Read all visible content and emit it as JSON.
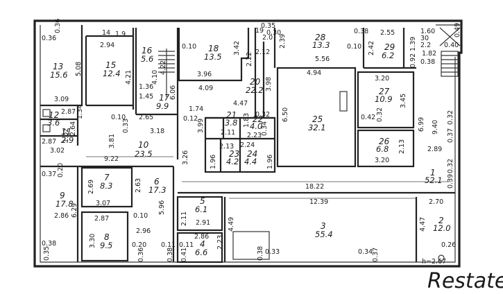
{
  "rooms": [
    {
      "num": "1",
      "area": "52.1"
    },
    {
      "num": "2",
      "area": "12.0"
    },
    {
      "num": "3",
      "area": "55.4"
    },
    {
      "num": "4",
      "area": "6.6"
    },
    {
      "num": "5",
      "area": "6.1"
    },
    {
      "num": "6",
      "area": "17.3"
    },
    {
      "num": "7",
      "area": "8.3"
    },
    {
      "num": "8",
      "area": "9.5"
    },
    {
      "num": "9",
      "area": "17.8"
    },
    {
      "num": "10",
      "area": "23.5"
    },
    {
      "num": "11",
      "area": "2.9"
    },
    {
      "num": "12",
      "area": "3.6"
    },
    {
      "num": "13",
      "area": "15.6"
    },
    {
      "num": "14",
      "area": "1.9"
    },
    {
      "num": "15",
      "area": "12.4"
    },
    {
      "num": "16",
      "area": "5.6"
    },
    {
      "num": "17",
      "area": "9.9"
    },
    {
      "num": "18",
      "area": "13.5"
    },
    {
      "num": "19",
      "area": "2.0"
    },
    {
      "num": "20",
      "area": "22.2"
    },
    {
      "num": "21",
      "area": "3.8"
    },
    {
      "num": "22",
      "area": "4.0"
    },
    {
      "num": "23",
      "area": "4.2"
    },
    {
      "num": "24",
      "area": "4.4"
    },
    {
      "num": "25",
      "area": "32.1"
    },
    {
      "num": "26",
      "area": "6.8"
    },
    {
      "num": "27",
      "area": "10.9"
    },
    {
      "num": "28",
      "area": "13.3"
    },
    {
      "num": "29",
      "area": "6.2"
    },
    {
      "num": "30",
      "area": "2.2"
    }
  ],
  "dims": [
    "0.36",
    "0.36",
    "2.94",
    "5.08",
    "3.09",
    "4.21",
    "0.10",
    "3.42",
    "3.96",
    "4.09",
    "2.22",
    "2.12",
    "2.39",
    "5.56",
    "0.10",
    "0.38",
    "2.55",
    "2.42",
    "1.60",
    "1.39",
    "1.82",
    "0.38",
    "0.40",
    "0.92",
    "4.94",
    "6.50",
    "3.98",
    "3.20",
    "3.45",
    "0.42",
    "0.32",
    "6.99",
    "9.40",
    "0.32",
    "0.37",
    "2.89",
    "0.32",
    "0.39",
    "2.13",
    "3.20",
    "4.47",
    "0.32",
    "1.74",
    "0.12",
    "3.99",
    "2.11",
    "0.34",
    "2.23",
    "2.13",
    "2.24",
    "1.96",
    "1.96",
    "1.83",
    "0.10",
    "0.33",
    "3.81",
    "3.18",
    "2.65",
    "2.87",
    "1.34",
    "2.64",
    "3.02",
    "2.87",
    "1.02",
    "9.22",
    "3.26",
    "0.37",
    "0.20",
    "2.69",
    "3.07",
    "2.63",
    "5.96",
    "0.10",
    "18.22",
    "12.39",
    "2.70",
    "4.47",
    "0.26",
    "h=2.67",
    "0.38",
    "0.33",
    "0.34",
    "0.37",
    "2.11",
    "2.91",
    "4.49",
    "2.86",
    "2.23",
    "0.11",
    "0.41",
    "0.11",
    "0.38",
    "0.20",
    "0.36",
    "2.96",
    "3.30",
    "2.87",
    "2.86",
    "6.29",
    "0.38",
    "0.35",
    "1.45",
    "1.36",
    "4.10",
    "6.06",
    "4.22",
    "0.35",
    "0.30",
    "0.49"
  ],
  "watermark": "Restate"
}
